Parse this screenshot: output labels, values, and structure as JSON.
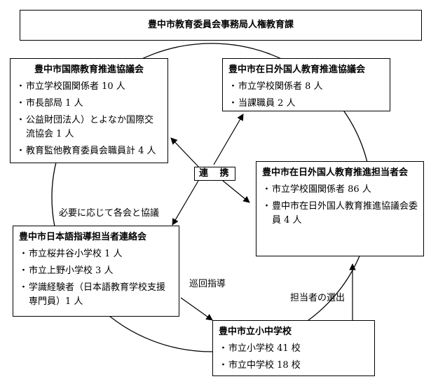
{
  "top": {
    "title": "豊中市教育委員会事務局人権教育課"
  },
  "kokusai": {
    "title": "豊中市国際教育推進協議会",
    "items": [
      "市立学校園関係者 10 人",
      "市長部局 1 人",
      "公益財団法人）とよなか国際交流協会 1 人",
      "教育監他教育委員会職員計 4 人"
    ]
  },
  "zainichi": {
    "title": "豊中市在日外国人教育推進協議会",
    "items": [
      "市立学校関係者 8 人",
      "当課職員 2 人"
    ]
  },
  "tantou": {
    "title": "豊中市在日外国人教育推進担当者会",
    "items": [
      "市立学校園関係者 86 人",
      "豊中市在日外国人教育推進協議会委員 4 人"
    ]
  },
  "nihongo": {
    "title": "豊中市日本語指導担当者連絡会",
    "items": [
      "市立桜井谷小学校 1 人",
      "市立上野小学校 3 人",
      "学識経験者（日本語教育学校支援専門員）1 人"
    ]
  },
  "schools": {
    "title": "豊中市立小中学校",
    "items": [
      "市立小学校 41 校",
      "市立中学校 18 校"
    ]
  },
  "labels": {
    "renkei": "連 携",
    "hitsuyou": "必要に応じて各会と協議",
    "junkai": "巡回指導",
    "sensyutsu": "担当者の選出"
  }
}
